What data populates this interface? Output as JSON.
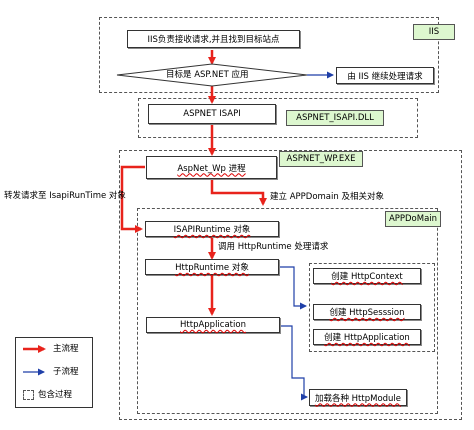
{
  "nodes": {
    "iis_receive": "IIS负责接收请求,并且找到目标站点",
    "target_app": "目标是 ASP.NET 应用",
    "iis_continue": "由 IIS 继续处理请求",
    "aspnet_isapi": "ASPNET ISAPI",
    "aspnet_wp_process": "AspNet_Wp 进程",
    "isapi_runtime": "ISAPIRuntime 对象",
    "http_runtime": "HttpRuntime 对象",
    "http_application": "HttpApplication",
    "create_context": "创建 HttpContext",
    "create_session": "创建 HttpSesssion",
    "create_application": "创建 HttpApplication",
    "load_modules": "加载各种 HttpModule"
  },
  "tags": {
    "iis": "IIS",
    "isapi_dll": "ASPNET_ISAPI.DLL",
    "wp_exe": "ASPNET_WP.EXE",
    "appdomain": "APPDoMain"
  },
  "edge_labels": {
    "forward_request": "转发请求至 IsapiRunTime 对象",
    "create_appdomain": "建立 APPDomain 及相关对象",
    "call_httpruntime": "调用 HttpRuntime 处理请求"
  },
  "legend": {
    "main_flow": "主流程",
    "sub_flow": "子流程",
    "contains": "包含过程"
  },
  "colors": {
    "main_flow": "#e8231c",
    "sub_flow": "#1f3fa8",
    "tag_fill": "#ddf7cf"
  }
}
